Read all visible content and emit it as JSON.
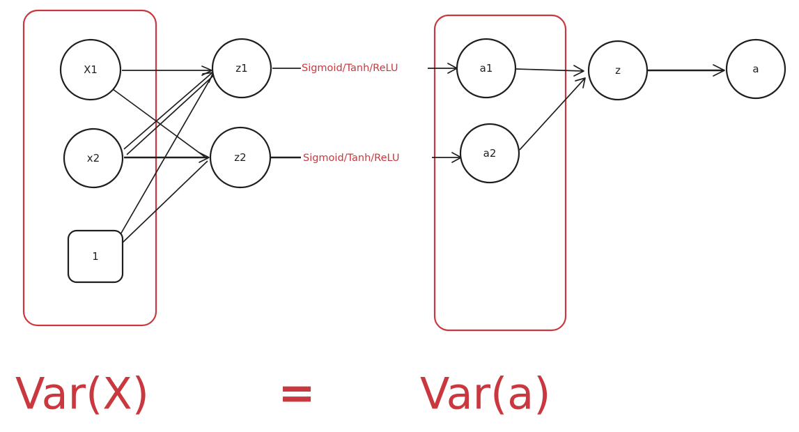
{
  "nodes": {
    "x1": "X1",
    "x2": "x2",
    "bias": "1",
    "z1": "z1",
    "z2": "z2",
    "a1": "a1",
    "a2": "a2",
    "z": "z",
    "a": "a"
  },
  "edge_labels": {
    "z1_to_a1": "Sigmoid/Tanh/ReLU",
    "z2_to_a2": "Sigmoid/Tanh/ReLU"
  },
  "equation": {
    "left": "Var(X)",
    "operator": "=",
    "right": "Var(a)"
  },
  "colors": {
    "accent": "#c9383e",
    "stroke": "#1e1e1e"
  }
}
